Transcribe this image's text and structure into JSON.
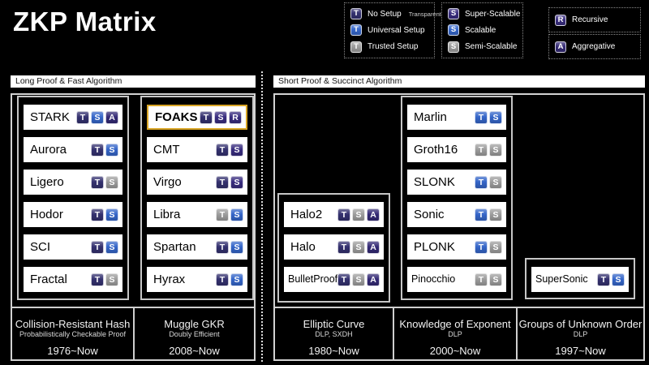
{
  "title": "ZKP Matrix",
  "badge_colors": {
    "tn": "#34316f",
    "tu": "#3566c9",
    "tt": "#9d9d9d",
    "ss": "#392d7f",
    "sc": "#3566c9",
    "sm": "#9d9d9d",
    "r": "#392d7f",
    "a": "#342a75"
  },
  "legend": {
    "groups": [
      {
        "items": [
          {
            "name": "No Setup",
            "suffix": "Transparent",
            "badges": [
              {
                "letter": "T",
                "type": "tn"
              }
            ]
          },
          {
            "name": "Universal Setup",
            "badges": [
              {
                "letter": "T",
                "type": "tu"
              }
            ]
          },
          {
            "name": "Trusted Setup",
            "badges": [
              {
                "letter": "T",
                "type": "tt"
              }
            ]
          }
        ]
      },
      {
        "items": [
          {
            "name": "Super-Scalable",
            "badges": [
              {
                "letter": "S",
                "type": "ss"
              }
            ]
          },
          {
            "name": "Scalable",
            "badges": [
              {
                "letter": "S",
                "type": "sc"
              }
            ]
          },
          {
            "name": "Semi-Scalable",
            "badges": [
              {
                "letter": "S",
                "type": "sm"
              }
            ]
          }
        ]
      },
      {
        "items": [
          {
            "name": "Recursive",
            "badges": [
              {
                "letter": "R",
                "type": "r"
              }
            ]
          }
        ]
      },
      {
        "items": [
          {
            "name": "Aggregative",
            "badges": [
              {
                "letter": "A",
                "type": "a"
              }
            ]
          }
        ]
      }
    ]
  },
  "sections": {
    "left": {
      "header": "Long Proof & Fast Algorithm"
    },
    "right": {
      "header": "Short Proof & Succinct Algorithm"
    }
  },
  "columns": {
    "crh": {
      "footer": {
        "title": "Collision-Resistant Hash",
        "subtitle": "Probabilistically Checkable Proof",
        "years": "1976~Now"
      },
      "items": [
        {
          "name": "STARK",
          "badges": [
            {
              "letter": "T",
              "type": "tn"
            },
            {
              "letter": "S",
              "type": "sc"
            },
            {
              "letter": "A",
              "type": "a"
            }
          ]
        },
        {
          "name": "Aurora",
          "badges": [
            {
              "letter": "T",
              "type": "tn"
            },
            {
              "letter": "S",
              "type": "sc"
            }
          ]
        },
        {
          "name": "Ligero",
          "badges": [
            {
              "letter": "T",
              "type": "tn"
            },
            {
              "letter": "S",
              "type": "sm"
            }
          ]
        },
        {
          "name": "Hodor",
          "badges": [
            {
              "letter": "T",
              "type": "tn"
            },
            {
              "letter": "S",
              "type": "sc"
            }
          ]
        },
        {
          "name": "SCI",
          "badges": [
            {
              "letter": "T",
              "type": "tn"
            },
            {
              "letter": "S",
              "type": "sc"
            }
          ]
        },
        {
          "name": "Fractal",
          "badges": [
            {
              "letter": "T",
              "type": "tn"
            },
            {
              "letter": "S",
              "type": "sm"
            }
          ]
        }
      ]
    },
    "gkr": {
      "footer": {
        "title": "Muggle GKR",
        "subtitle": "Doubly Efficient",
        "years": "2008~Now"
      },
      "items": [
        {
          "name": "FOAKS",
          "highlight": true,
          "badges": [
            {
              "letter": "T",
              "type": "tn"
            },
            {
              "letter": "S",
              "type": "ss"
            },
            {
              "letter": "R",
              "type": "r"
            }
          ]
        },
        {
          "name": "CMT",
          "badges": [
            {
              "letter": "T",
              "type": "tn"
            },
            {
              "letter": "S",
              "type": "ss"
            }
          ]
        },
        {
          "name": "Virgo",
          "badges": [
            {
              "letter": "T",
              "type": "tn"
            },
            {
              "letter": "S",
              "type": "ss"
            }
          ]
        },
        {
          "name": "Libra",
          "badges": [
            {
              "letter": "T",
              "type": "tt"
            },
            {
              "letter": "S",
              "type": "sc"
            }
          ]
        },
        {
          "name": "Spartan",
          "badges": [
            {
              "letter": "T",
              "type": "tn"
            },
            {
              "letter": "S",
              "type": "sc"
            }
          ]
        },
        {
          "name": "Hyrax",
          "badges": [
            {
              "letter": "T",
              "type": "tn"
            },
            {
              "letter": "S",
              "type": "sc"
            }
          ]
        }
      ]
    },
    "ec": {
      "footer": {
        "title": "Elliptic Curve",
        "subtitle": "DLP, SXDH",
        "years": "1980~Now"
      },
      "items": [
        {
          "name": "Halo2",
          "badges": [
            {
              "letter": "T",
              "type": "tn"
            },
            {
              "letter": "S",
              "type": "sm"
            },
            {
              "letter": "A",
              "type": "a"
            }
          ]
        },
        {
          "name": "Halo",
          "badges": [
            {
              "letter": "T",
              "type": "tn"
            },
            {
              "letter": "S",
              "type": "sm"
            },
            {
              "letter": "A",
              "type": "a"
            }
          ]
        },
        {
          "name": "BulletProof",
          "badges": [
            {
              "letter": "T",
              "type": "tn"
            },
            {
              "letter": "S",
              "type": "sm"
            },
            {
              "letter": "A",
              "type": "a"
            }
          ]
        }
      ]
    },
    "koe": {
      "footer": {
        "title": "Knowledge of Exponent",
        "subtitle": "DLP",
        "years": "2000~Now"
      },
      "items": [
        {
          "name": "Marlin",
          "badges": [
            {
              "letter": "T",
              "type": "tu"
            },
            {
              "letter": "S",
              "type": "sc"
            }
          ]
        },
        {
          "name": "Groth16",
          "badges": [
            {
              "letter": "T",
              "type": "tt"
            },
            {
              "letter": "S",
              "type": "sm"
            }
          ]
        },
        {
          "name": "SLONK",
          "badges": [
            {
              "letter": "T",
              "type": "tu"
            },
            {
              "letter": "S",
              "type": "sm"
            }
          ]
        },
        {
          "name": "Sonic",
          "badges": [
            {
              "letter": "T",
              "type": "tu"
            },
            {
              "letter": "S",
              "type": "sm"
            }
          ]
        },
        {
          "name": "PLONK",
          "badges": [
            {
              "letter": "T",
              "type": "tu"
            },
            {
              "letter": "S",
              "type": "sm"
            }
          ]
        },
        {
          "name": "Pinocchio",
          "badges": [
            {
              "letter": "T",
              "type": "tt"
            },
            {
              "letter": "S",
              "type": "sm"
            }
          ]
        }
      ]
    },
    "guo": {
      "footer": {
        "title": "Groups of Unknown Order",
        "subtitle": "DLP",
        "years": "1997~Now"
      },
      "items": [
        {
          "name": "SuperSonic",
          "badges": [
            {
              "letter": "T",
              "type": "tn"
            },
            {
              "letter": "S",
              "type": "sc"
            }
          ]
        }
      ]
    }
  }
}
